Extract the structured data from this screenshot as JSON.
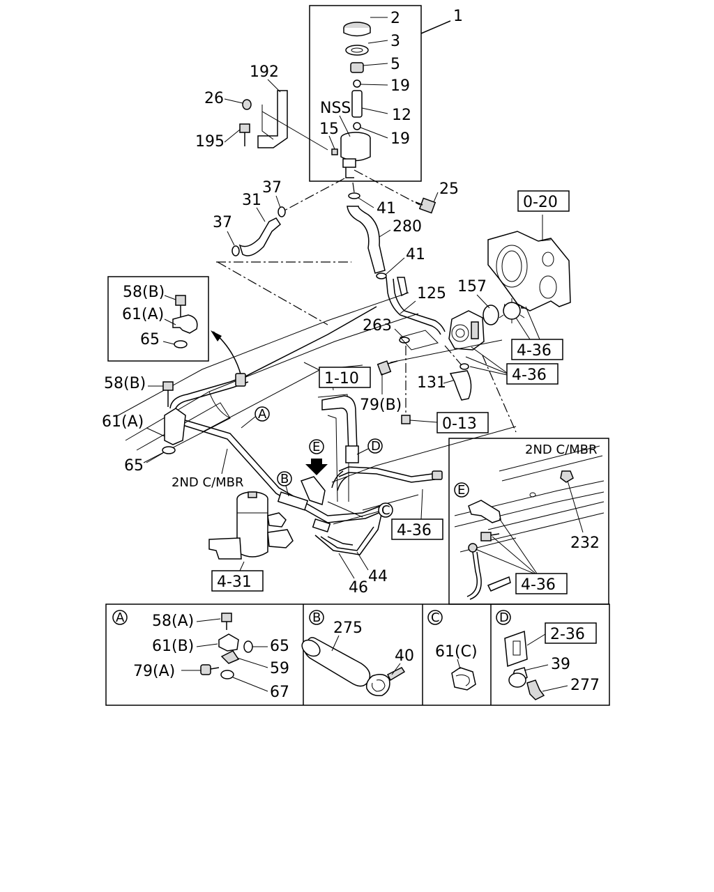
{
  "labels": {
    "p1": "1",
    "p2": "2",
    "p3": "3",
    "p5": "5",
    "p19a": "19",
    "p12": "12",
    "nss": "NSS",
    "p19b": "19",
    "p15": "15",
    "p192": "192",
    "p26": "26",
    "p195": "195",
    "p25": "25",
    "p37a": "37",
    "p31": "31",
    "p37b": "37",
    "p41a": "41",
    "p280": "280",
    "p41b": "41",
    "p125": "125",
    "p157": "157",
    "p263": "263",
    "p131": "131",
    "p79b": "79(B)",
    "p58b_inset": "58(B)",
    "p61a_inset": "61(A)",
    "p65_inset": "65",
    "p58b": "58(B)",
    "p61a": "61(A)",
    "p65": "65",
    "mbr_main": "2ND C/MBR",
    "mbr_e": "2ND C/MBR",
    "p46": "46",
    "p44": "44",
    "p232": "232",
    "a58a": "58(A)",
    "a61b": "61(B)",
    "a65": "65",
    "a59": "59",
    "a79a": "79(A)",
    "a67": "67",
    "b275": "275",
    "b40": "40",
    "c61c": "61(C)",
    "d39": "39",
    "d277": "277"
  },
  "ref_boxes": {
    "r020": "0-20",
    "r436a": "4-36",
    "r436b": "4-36",
    "r013": "0-13",
    "r110": "1-10",
    "r436c": "4-36",
    "r431": "4-31",
    "r436d": "4-36",
    "r236": "2-36"
  },
  "callouts": {
    "A": "A",
    "B": "B",
    "C": "C",
    "D": "D",
    "E": "E",
    "eA": "E",
    "tA": "A",
    "tB": "B",
    "tC": "C",
    "tD": "D"
  }
}
